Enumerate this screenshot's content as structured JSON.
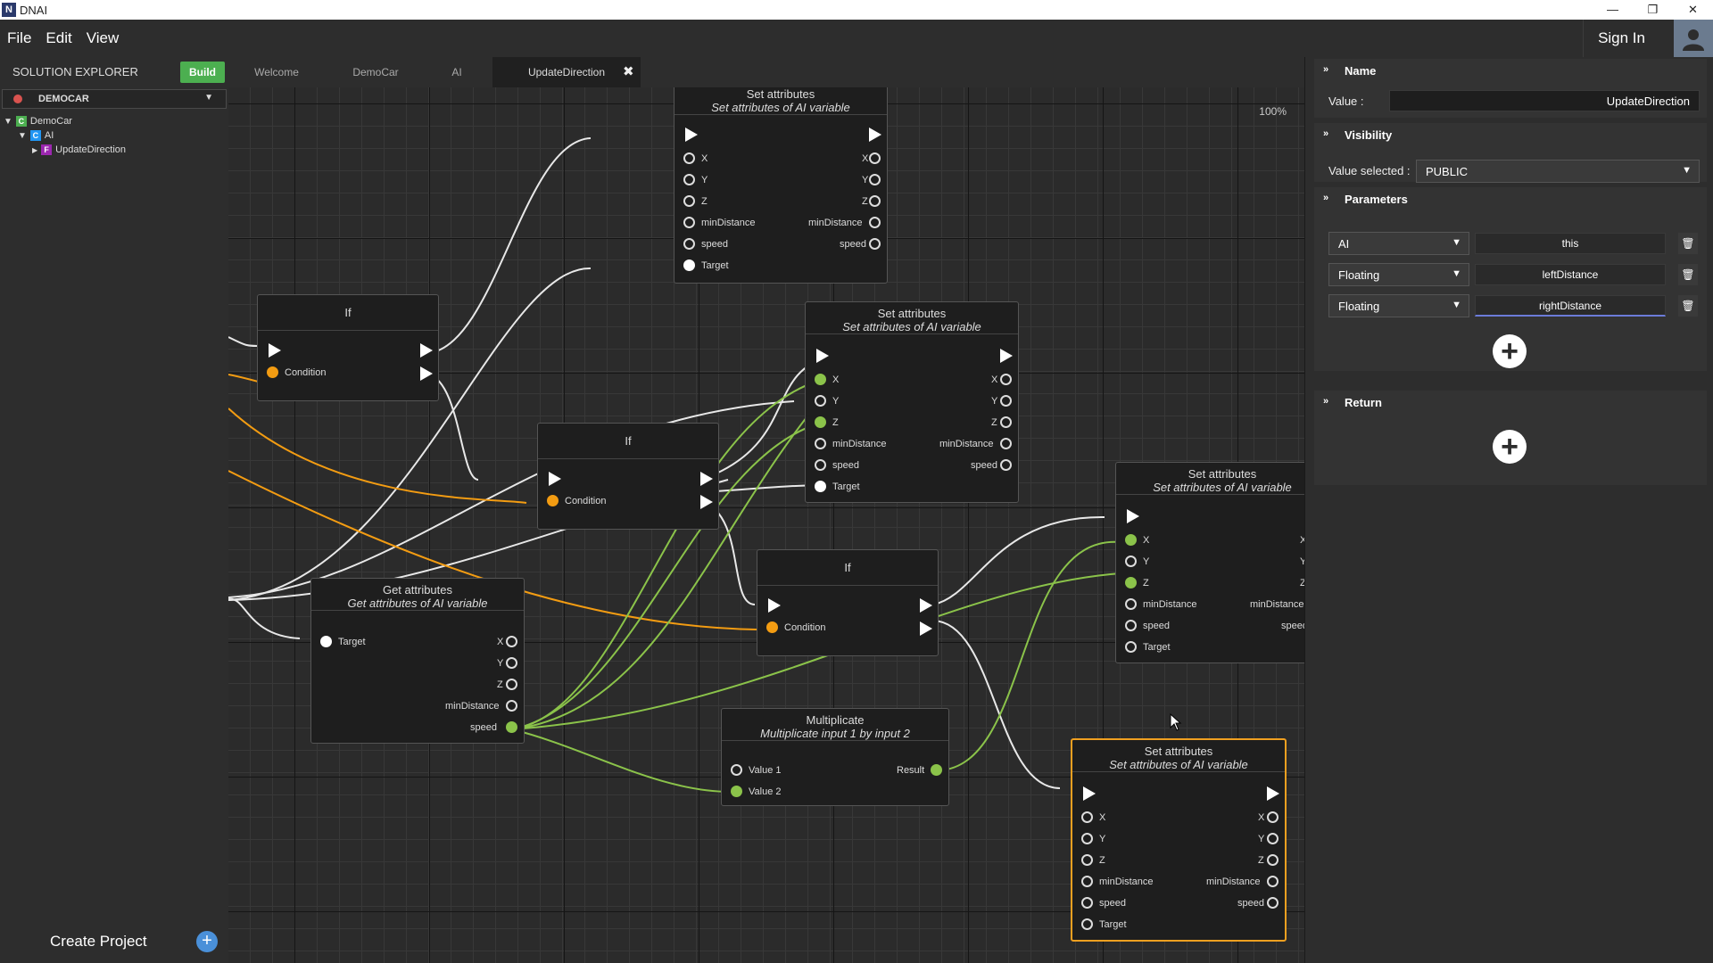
{
  "app": {
    "title": "DNAI",
    "logo_letter": "N"
  },
  "window_controls": {
    "minimize": "—",
    "restore": "❐",
    "close": "✕"
  },
  "menu": {
    "file": "File",
    "edit": "Edit",
    "view": "View",
    "sign_in": "Sign In"
  },
  "toolbar": {
    "solution_explorer": "SOLUTION EXPLORER",
    "build": "Build"
  },
  "tabs": [
    {
      "label": "Welcome"
    },
    {
      "label": "DemoCar"
    },
    {
      "label": "AI"
    },
    {
      "label": "UpdateDirection",
      "active": true
    }
  ],
  "sidebar": {
    "project": "DEMOCAR",
    "tree": [
      {
        "label": "DemoCar",
        "badge": "C",
        "badge_color": "#4caf50"
      },
      {
        "label": "AI",
        "badge": "C",
        "badge_color": "#2196f3"
      },
      {
        "label": "UpdateDirection",
        "badge": "F",
        "badge_color": "#9c27b0"
      }
    ],
    "create_project": "Create Project"
  },
  "canvas": {
    "zoom": "100%",
    "nodes": {
      "set1": {
        "title": "Set attributes",
        "subtitle": "Set attributes of AI variable",
        "pins": [
          "X",
          "Y",
          "Z",
          "minDistance",
          "speed",
          "Target"
        ]
      },
      "if1": {
        "title": "If",
        "condition": "Condition"
      },
      "set2": {
        "title": "Set attributes",
        "subtitle": "Set attributes of AI variable",
        "pins": [
          "X",
          "Y",
          "Z",
          "minDistance",
          "speed",
          "Target"
        ]
      },
      "if2": {
        "title": "If",
        "condition": "Condition"
      },
      "if3": {
        "title": "If",
        "condition": "Condition"
      },
      "set3": {
        "title": "Set attributes",
        "subtitle": "Set attributes of AI variable",
        "pins": [
          "X",
          "Y",
          "Z",
          "minDistance",
          "speed",
          "Target"
        ],
        "out_pins": [
          "X",
          "Y",
          "Z",
          "minDistance",
          "speed"
        ]
      },
      "get1": {
        "title": "Get attributes",
        "subtitle": "Get attributes of AI variable",
        "input": "Target",
        "pins": [
          "X",
          "Y",
          "Z",
          "minDistance",
          "speed"
        ]
      },
      "mult": {
        "title": "Multiplicate",
        "subtitle": "Multiplicate input 1 by input 2",
        "in1": "Value 1",
        "in2": "Value 2",
        "out": "Result"
      },
      "set4": {
        "title": "Set attributes",
        "subtitle": "Set attributes of AI variable",
        "pins": [
          "X",
          "Y",
          "Z",
          "minDistance",
          "speed",
          "Target"
        ]
      }
    }
  },
  "properties": {
    "name_section": "Name",
    "value_label": "Value :",
    "value": "UpdateDirection",
    "visibility_section": "Visibility",
    "value_selected_label": "Value selected :",
    "visibility_value": "PUBLIC",
    "parameters_section": "Parameters",
    "parameters": [
      {
        "type": "AI",
        "name": "this"
      },
      {
        "type": "Floating",
        "name": "leftDistance"
      },
      {
        "type": "Floating",
        "name": "rightDistance"
      }
    ],
    "return_section": "Return"
  },
  "colors": {
    "accent_build": "#4caf50",
    "wire_orange": "#f39c12",
    "wire_green": "#8bc34a",
    "selected_node": "#f0a020"
  }
}
